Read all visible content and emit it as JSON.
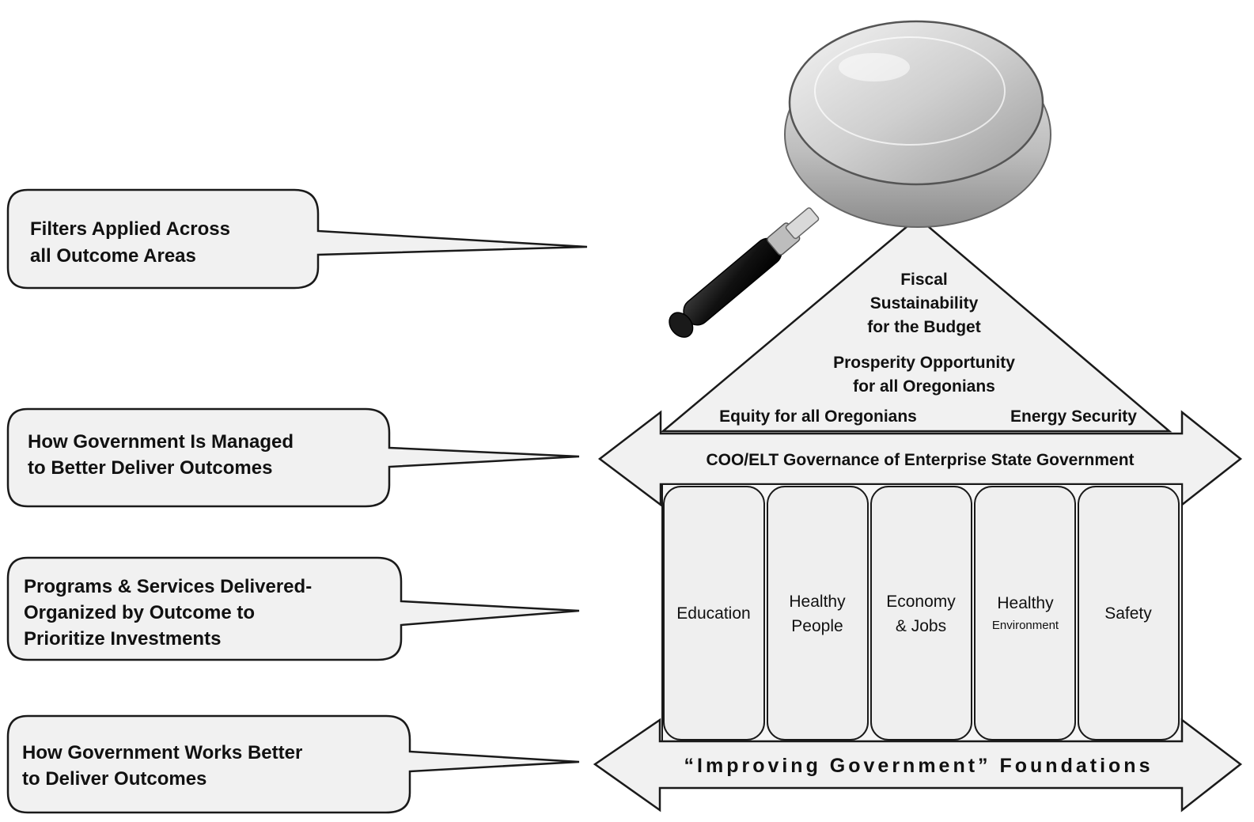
{
  "callouts": [
    {
      "lines": [
        "Filters Applied Across",
        "all Outcome Areas"
      ]
    },
    {
      "lines": [
        "How Government Is Managed",
        "to Better Deliver Outcomes"
      ]
    },
    {
      "lines": [
        "Programs & Services Delivered-",
        "Organized by Outcome to",
        "Prioritize Investments"
      ]
    },
    {
      "lines": [
        "How Government Works Better",
        "to Deliver Outcomes"
      ]
    }
  ],
  "roof": {
    "fiscal": [
      "Fiscal",
      "Sustainability",
      "for the Budget"
    ],
    "prosperity": [
      "Prosperity Opportunity",
      "for all Oregonians"
    ],
    "equity": "Equity for all Oregonians",
    "energy": "Energy Security"
  },
  "governance": "COO/ELT Governance of Enterprise State Government",
  "pillars": [
    {
      "lines": [
        "Education"
      ]
    },
    {
      "lines": [
        "Healthy",
        "People"
      ]
    },
    {
      "lines": [
        "Economy",
        "& Jobs"
      ]
    },
    {
      "lines": [
        "Healthy",
        "Environment"
      ]
    },
    {
      "lines": [
        "Safety"
      ]
    }
  ],
  "foundation": "“Improving Government” Foundations",
  "icons": {
    "magnifier": "magnifying-glass-icon"
  },
  "colors": {
    "fill": "#f1f1f1",
    "stroke": "#1a1a1a",
    "text": "#111111"
  }
}
